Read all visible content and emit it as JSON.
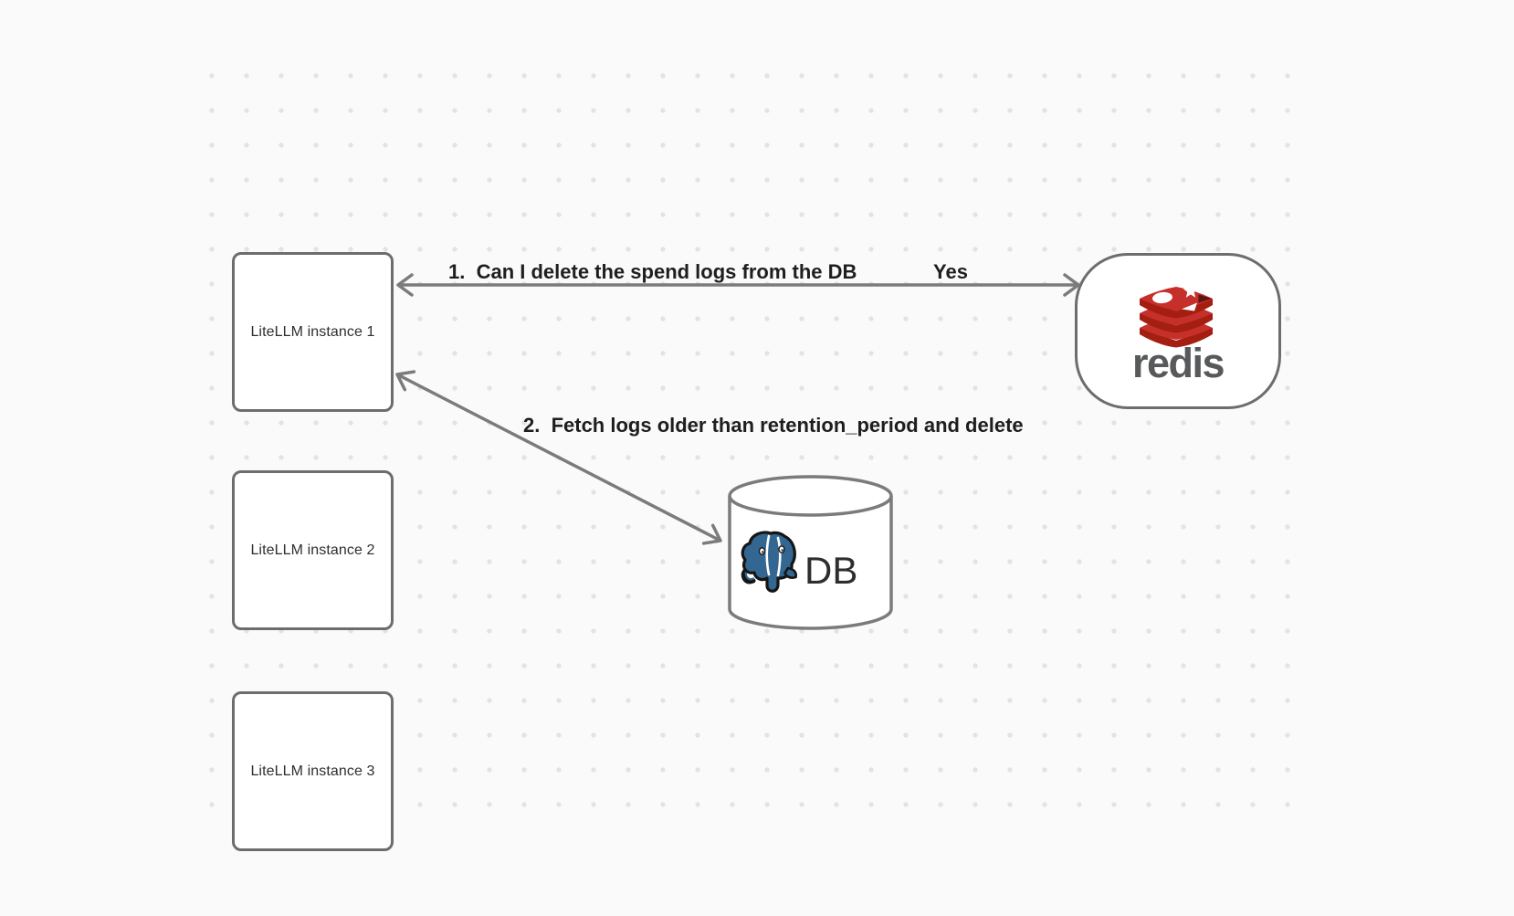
{
  "diagram": {
    "instances": [
      {
        "label": "LiteLLM instance 1"
      },
      {
        "label": "LiteLLM instance 2"
      },
      {
        "label": "LiteLLM instance 3"
      }
    ],
    "redis_node": {
      "wordmark": "redis",
      "icon": "redis-stack-logo"
    },
    "db_node": {
      "label": "DB",
      "icon": "postgresql-elephant-logo"
    },
    "arrows": [
      {
        "label": "1.  Can I delete the spend logs from the DB",
        "answer": "Yes",
        "direction": "bidirectional"
      },
      {
        "label": "2.  Fetch logs older than retention_period and delete",
        "direction": "bidirectional"
      }
    ]
  },
  "colors": {
    "background": "#fafafa",
    "dots": "#e3e3e3",
    "node_fill": "#ffffff",
    "node_border": "#6d6d6d",
    "arrow": "#7b7b7b",
    "label_text": "#1e1e1e",
    "redis_red": "#C6302B",
    "redis_red_dark": "#A41E11",
    "redis_triangle_dark": "#5C1512",
    "redis_wordmark": "#58595b",
    "postgres_blue": "#336791",
    "db_text": "#2e2e2e"
  }
}
